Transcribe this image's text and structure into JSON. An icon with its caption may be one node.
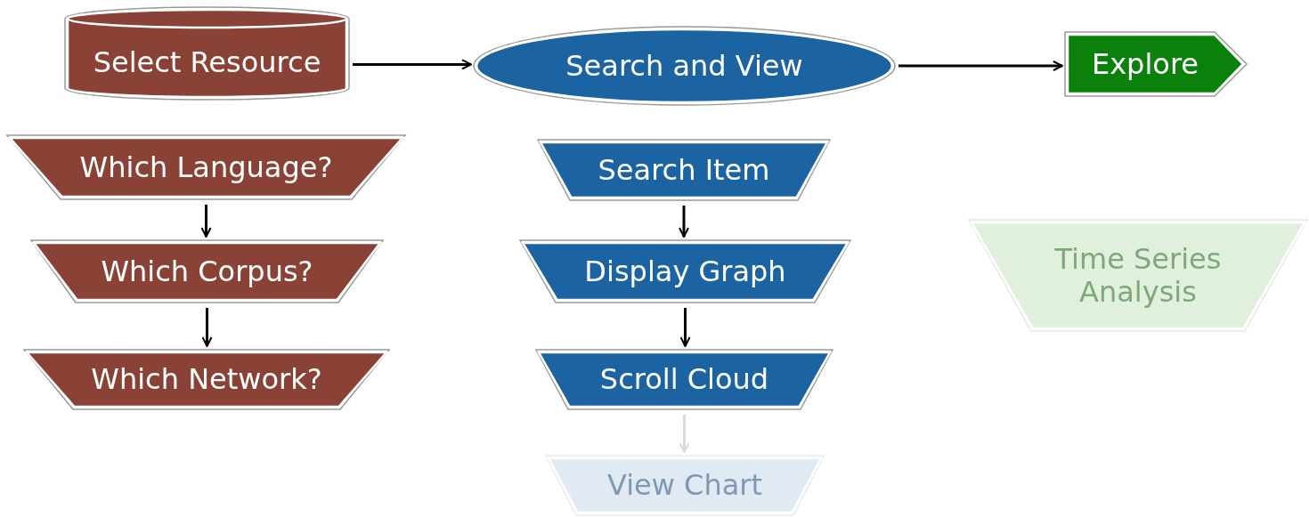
{
  "diagram": {
    "nodes": [
      {
        "text": [
          "Select Resource"
        ]
      },
      {
        "text": [
          "Search and View"
        ]
      },
      {
        "text": [
          "Explore"
        ]
      },
      {
        "text": [
          "Which Language?"
        ]
      },
      {
        "text": [
          "Which Corpus?"
        ]
      },
      {
        "text": [
          "Which Network?"
        ]
      },
      {
        "text": [
          "Search Item"
        ]
      },
      {
        "text": [
          "Display Graph"
        ]
      },
      {
        "text": [
          "Scroll Cloud"
        ]
      },
      {
        "text": [
          "View Chart"
        ]
      },
      {
        "text": [
          "Time Series Analysis"
        ]
      }
    ],
    "edges": [
      {
        "from": 0,
        "to": 1,
        "arrow": "to"
      },
      {
        "from": 1,
        "to": 2,
        "arrow": "to"
      },
      {
        "from": 3,
        "to": 4,
        "arrow": "to"
      },
      {
        "from": 4,
        "to": 5,
        "arrow": "to"
      },
      {
        "from": 6,
        "to": 7,
        "arrow": "to"
      },
      {
        "from": 7,
        "to": 8,
        "arrow": "to"
      },
      {
        "from": 8,
        "to": 9,
        "arrow": "to",
        "color": "#d6dbe1"
      }
    ]
  }
}
